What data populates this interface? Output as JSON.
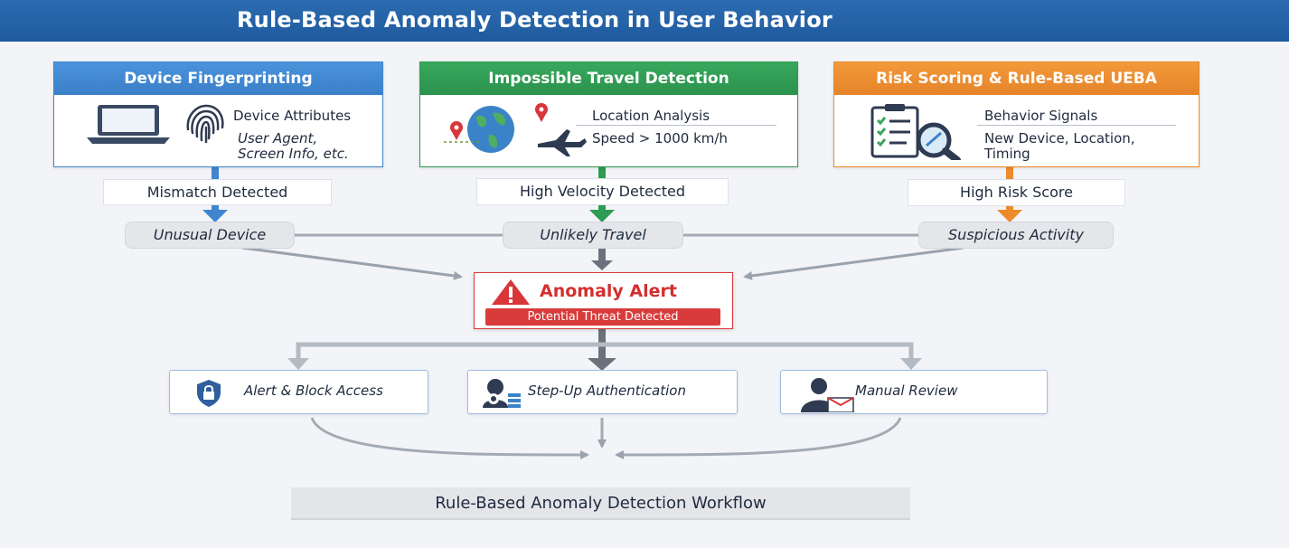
{
  "title": "Rule-Based Anomaly Detection in User Behavior",
  "sources": [
    {
      "header": "Device Fingerprinting",
      "line1": "Device Attributes",
      "line2": "User Agent,",
      "line3": "Screen Info, etc.",
      "condition": "Mismatch Detected",
      "signal": "Unusual Device",
      "accent": "#3f86cf"
    },
    {
      "header": "Impossible Travel Detection",
      "line1": "Location Analysis",
      "line2": "Speed > 1000 km/h",
      "condition": "High Velocity Detected",
      "signal": "Unlikely Travel",
      "accent": "#2e9c52"
    },
    {
      "header": "Risk Scoring & Rule-Based UEBA",
      "line1": "Behavior Signals",
      "line2": "New Device, Location,",
      "line3": "Timing",
      "condition": "High Risk Score",
      "signal": "Suspicious Activity",
      "accent": "#ec8b2c"
    }
  ],
  "alert": {
    "title": "Anomaly Alert",
    "subtitle": "Potential Threat Detected",
    "color": "#d32f2f"
  },
  "actions": [
    {
      "label": "Alert & Block Access",
      "icon": "shield-lock-icon"
    },
    {
      "label": "Step-Up Authentication",
      "icon": "key-user-icon"
    },
    {
      "label": "Manual Review",
      "icon": "reviewer-icon"
    }
  ],
  "footer": "Rule-Based Anomaly Detection Workflow"
}
